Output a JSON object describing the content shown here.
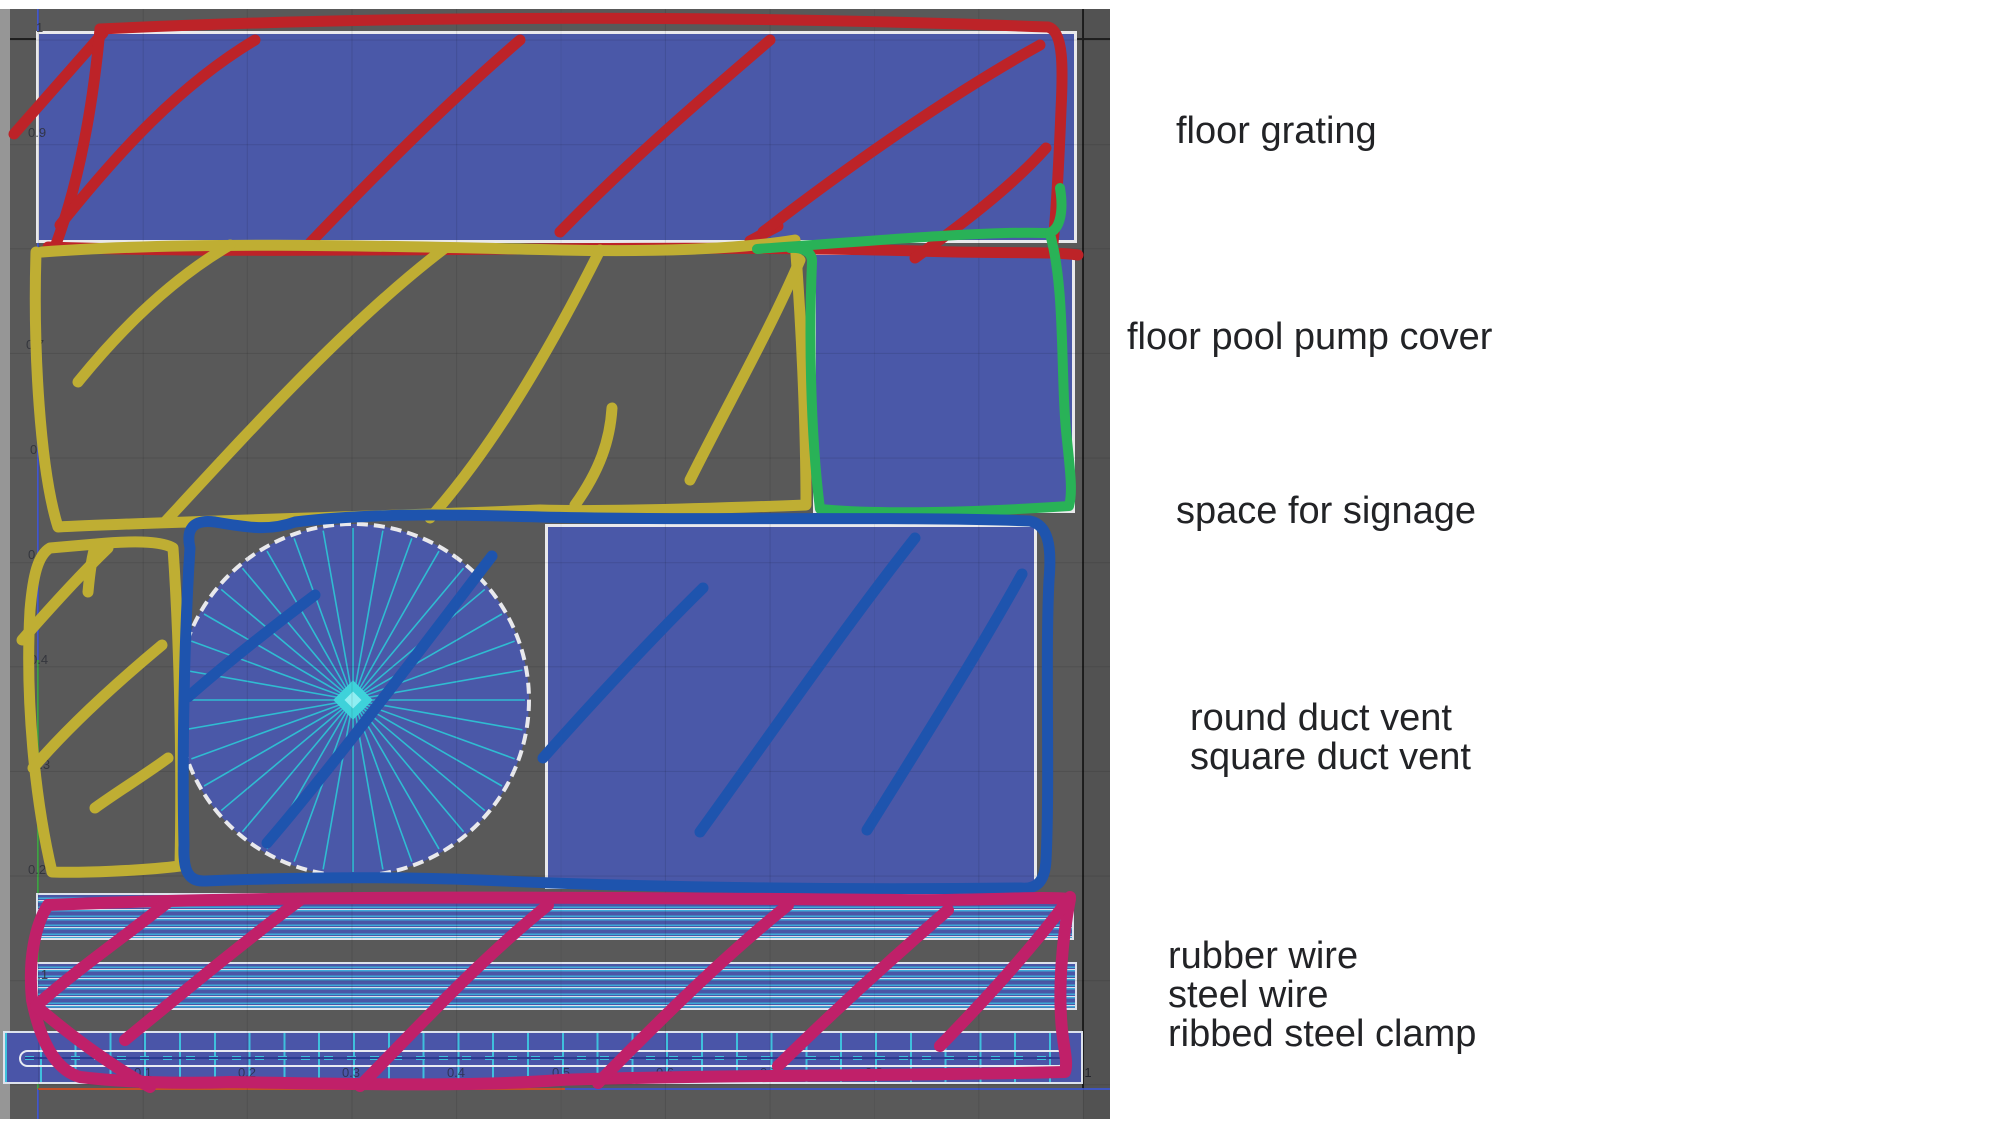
{
  "editor": {
    "background": "#595959",
    "island_fill": "#4a58a8",
    "island_border": "#e9e9ec",
    "x_axis_color": "#c44f28",
    "y_axis_color": "#42a048",
    "boundary_line_color": "#1f1f1f",
    "round_vent": {
      "spokes": 36,
      "spoke_color": "#2fbcd2",
      "center_color": "#3ed2da"
    }
  },
  "ticks": {
    "left": [
      "1",
      "0.9",
      "0.7",
      "0.6",
      "0.5",
      "0.4",
      "0.3",
      "0.2",
      "0.1"
    ],
    "bottom": [
      "0.1",
      "0.2",
      "0.3",
      "0.4",
      "0.5",
      "0.6",
      "0.7",
      "0.8",
      "0.9"
    ],
    "bottom_right": "1"
  },
  "labels": {
    "floor_grating": "floor grating",
    "floor_pool_pump_cover": "floor pool pump cover",
    "space_for_signage": "space for signage",
    "round_duct_vent": "round duct vent",
    "square_duct_vent": "square duct vent",
    "rubber_wire": "rubber wire",
    "steel_wire": "steel wire",
    "ribbed_steel_clamp": "ribbed steel clamp"
  },
  "annotations": {
    "grating": {
      "color": "#bd2328",
      "label": "floor grating"
    },
    "signage": {
      "color": "#bfae33",
      "label": "space for signage"
    },
    "pump": {
      "color": "#29b257",
      "label": "floor pool pump cover"
    },
    "ducts": {
      "color": "#1e54ae",
      "label": "round duct vent, square duct vent"
    },
    "wires": {
      "color": "#c02069",
      "label": "rubber wire, steel wire, ribbed steel clamp"
    }
  }
}
